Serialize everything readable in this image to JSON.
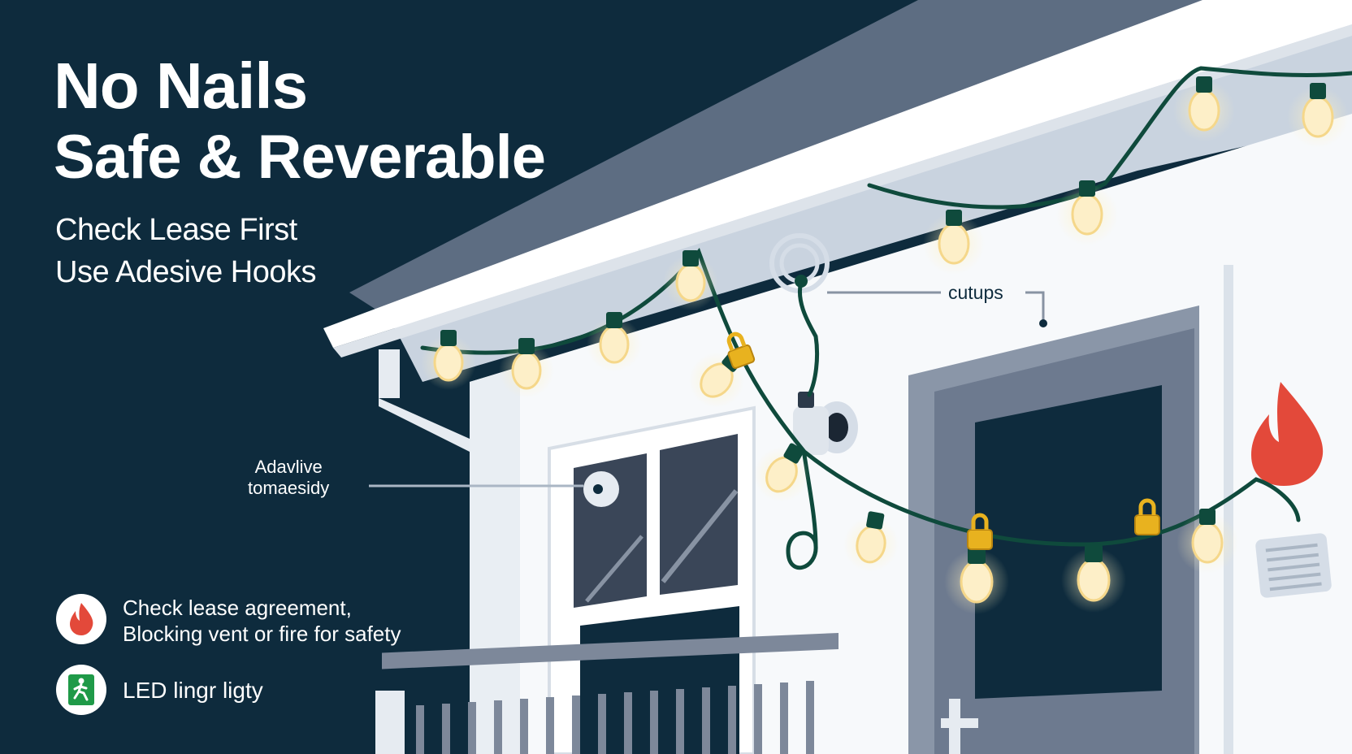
{
  "headline": {
    "line1": "No Nails",
    "line2": "Safe & Reverable"
  },
  "subheadline": {
    "line1": "Check Lease First",
    "line2": "Use Adesive Hooks"
  },
  "callouts": {
    "outlet": "cutups",
    "hook_line1": "Adavlive",
    "hook_line2": "tomaesidy"
  },
  "tips": [
    {
      "icon": "flame-icon",
      "line1": "Check lease agreement,",
      "line2": "Blocking vent or fire for safety"
    },
    {
      "icon": "exit-sign-icon",
      "line1": "LED lingr ligty"
    }
  ],
  "colors": {
    "background": "#0e2b3d",
    "house_wall": "#ffffff",
    "roof": "#5d6d82",
    "door": "#6d7a8f",
    "wire": "#0f4a3c",
    "bulb": "#fdefc8",
    "flame": "#e3493a",
    "exit_green": "#1f9a48",
    "clip": "#e8b21f"
  }
}
